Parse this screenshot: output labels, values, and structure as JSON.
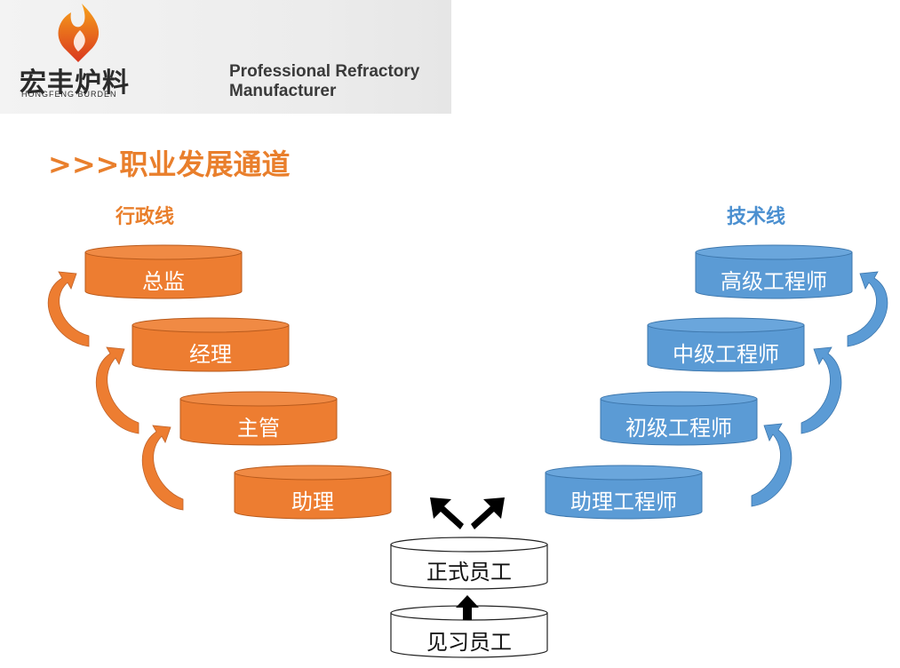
{
  "header": {
    "logo_cn": "宏丰炉料",
    "logo_en": "HONGFENG BURDEN",
    "tagline_line1": "Professional Refractory",
    "tagline_line2": "Manufacturer"
  },
  "title": ">>>职业发展通道",
  "colors": {
    "orange": "#ed7d31",
    "blue": "#5b9bd5",
    "title": "#e97f2c"
  },
  "admin_line": {
    "heading": "行政线",
    "levels": [
      "总监",
      "经理",
      "主管",
      "助理"
    ]
  },
  "tech_line": {
    "heading": "技术线",
    "levels": [
      "高级工程师",
      "中级工程师",
      "初级工程师",
      "助理工程师"
    ]
  },
  "base": {
    "levels": [
      "正式员工",
      "见习员工"
    ]
  }
}
